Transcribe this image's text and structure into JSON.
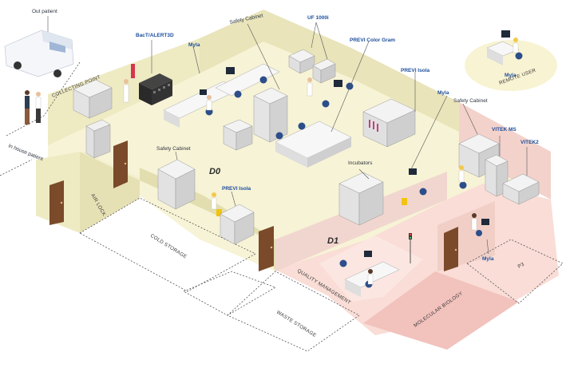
{
  "zones": {
    "d0": "D0",
    "d1": "D1"
  },
  "people": {
    "out_patient": "Out patient",
    "in_house_patient": "In house patient"
  },
  "rooms": {
    "collecting_point": "COLLECTING POINT",
    "air_lock": "AIR LOCK",
    "cold_storage": "COLD STORAGE",
    "waste_storage": "WASTE STORAGE",
    "quality_management": "QUALITY MANAGEMENT",
    "molecular_biology": "MOLECULAR BIOLOGY",
    "p3": "P3",
    "remote_user": "REMOTE USER"
  },
  "equipment": {
    "bact_alert": "BacT/ALERT3D",
    "myla_top": "Myla",
    "safety_cabinet_top": "Safety Cabinet",
    "uf1000i": "UF 1000i",
    "previ_color_gram": "PREVI Color Gram",
    "previ_isola_right": "PREVI Isola",
    "myla_right": "Myla",
    "safety_cabinet_right": "Safety Cabinet",
    "vitek_ms": "VITEK MS",
    "vitek2": "VITEK2",
    "incubators": "Incubators",
    "safety_cabinet_left": "Safety Cabinet",
    "previ_isola_left": "PREVI Isola",
    "myla_bottom": "Myla",
    "myla_remote": "Myla"
  },
  "colors": {
    "floor_main": "#f7f3d6",
    "wall_main": "#eeeac2",
    "floor_pink": "#f7d6d0",
    "molecular": "#f2c2bd",
    "label_blue": "#1d4e9c",
    "door": "#7a4a2a"
  }
}
